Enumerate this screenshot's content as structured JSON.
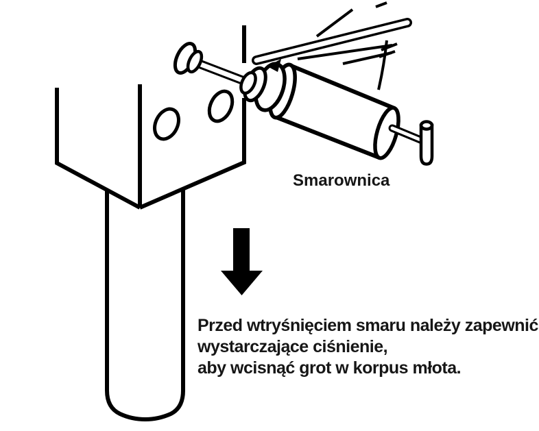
{
  "colors": {
    "ink": "#000000",
    "text": "#161616",
    "background": "#ffffff"
  },
  "labels": {
    "grease_gun": "Smarownica"
  },
  "caption": {
    "lines": [
      "Przed wtryśnięciem smaru należy zapewnić",
      "wystarczające ciśnienie,",
      "aby wcisnąć grot w korpus młota."
    ]
  },
  "icons": {
    "down_arrow": "solid black arrow pointing down",
    "motion_lines": "pump stroke motion marks above grease gun lever"
  }
}
